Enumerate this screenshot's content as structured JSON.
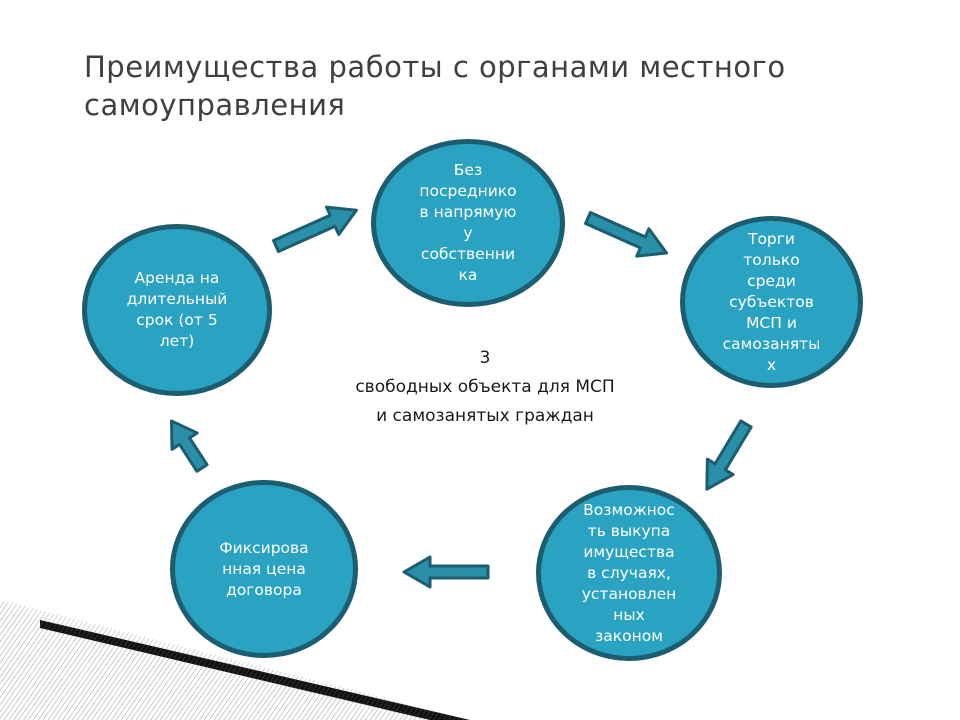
{
  "slide": {
    "title": "Преимущества работы с органами местного самоуправления",
    "center_text": "3\nсвободных объекта для МСП\nи самозанятых граждан"
  },
  "nodes": [
    {
      "id": "direct",
      "text": "Без\nпосреднико\nв напрямую\nу\nсобственни\nка"
    },
    {
      "id": "auction",
      "text": "Торги\nтолько\nсреди\nсубъектов\nМСП и\nсамозаняты\nх"
    },
    {
      "id": "buyout",
      "text": "Возможнос\nть  выкупа\nимущества\nв случаях,\nустановлен\nных\nзаконом"
    },
    {
      "id": "fixed-price",
      "text": "Фиксирова\nнная цена\nдоговора"
    },
    {
      "id": "long-lease",
      "text": "Аренда на\nдлительный\nсрок (от 5\nлет)"
    }
  ],
  "colors": {
    "circle_fill": "#2aa3c2",
    "circle_border": "#1d5d70",
    "arrow_fill": "#2a8fa8",
    "arrow_border": "#1d5d70",
    "title": "#404040",
    "hatch": "#8a9aa8"
  }
}
